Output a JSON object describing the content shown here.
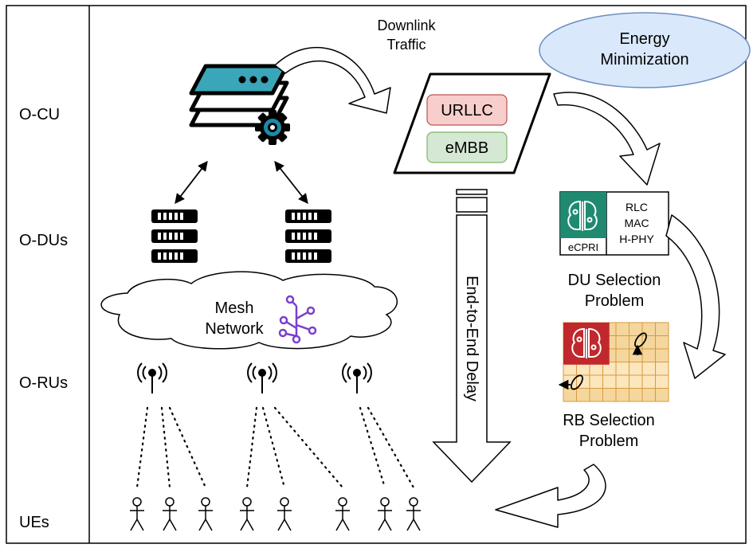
{
  "layers": {
    "ocu": "O-CU",
    "odus": "O-DUs",
    "orus": "O-RUs",
    "ues": "UEs"
  },
  "traffic": {
    "label_line1": "Downlink",
    "label_line2": "Traffic",
    "urllc": "URLLC",
    "embb": "eMBB"
  },
  "objective": {
    "line1": "Energy",
    "line2": "Minimization"
  },
  "mesh": {
    "line1": "Mesh",
    "line2": "Network"
  },
  "delay": "End-to-End Delay",
  "du_box": {
    "ecpri": "eCPRI",
    "rlc": "RLC",
    "mac": "MAC",
    "hphy": "H-PHY"
  },
  "du_problem": {
    "line1": "DU Selection",
    "line2": "Problem"
  },
  "rb_problem": {
    "line1": "RB Selection",
    "line2": "Problem"
  },
  "colors": {
    "server_accent": "#3aa6b9",
    "gear": "#1c8aa8",
    "ellipse_fill": "#dae8fc",
    "ellipse_stroke": "#6c8ebf",
    "urllc_fill": "#f8cecc",
    "urllc_stroke": "#b85450",
    "embb_fill": "#d5e8d4",
    "embb_stroke": "#82b366",
    "ai_green": "#1f8a70",
    "ai_red": "#c0282d",
    "grid_fill": "#f5d79e",
    "grid_stroke": "#d99a3c",
    "mesh_purple": "#7a3fd1"
  }
}
